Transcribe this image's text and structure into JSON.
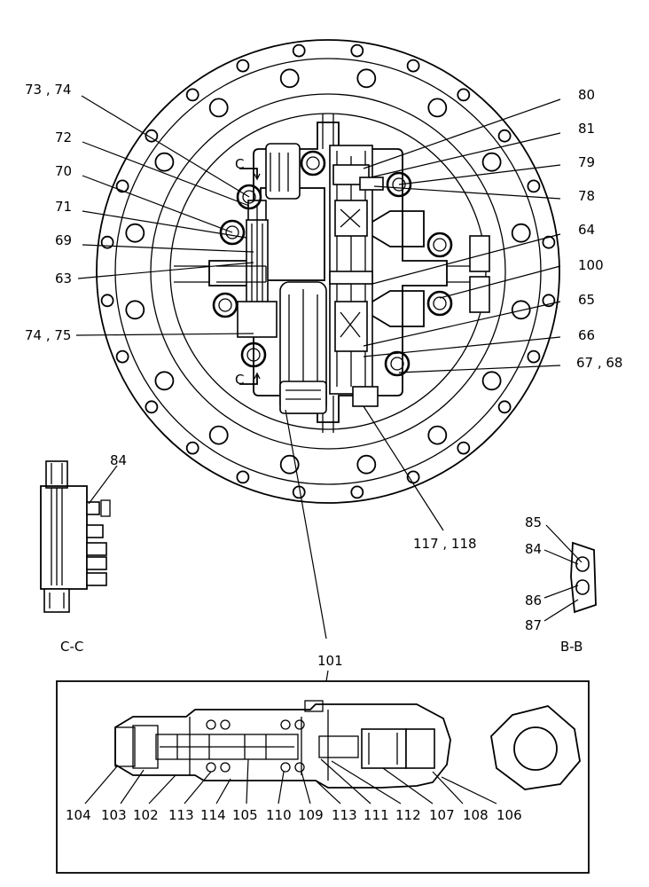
{
  "callouts_main": {
    "c73_74": "73 , 74",
    "c72": "72",
    "c70": "70",
    "c71": "71",
    "c69": "69",
    "c63": "63",
    "c74_75": "74 , 75",
    "c80": "80",
    "c81": "81",
    "c79": "79",
    "c78": "78",
    "c64": "64",
    "c100": "100",
    "c65": "65",
    "c66": "66",
    "c67_68": "67 , 68",
    "c117_118": "117 , 118",
    "c101": "101"
  },
  "section_marks": {
    "c_top": "C",
    "c_bottom": "C"
  },
  "view_cc": {
    "title": "C-C",
    "c84": "84"
  },
  "view_bb": {
    "title": "B-B",
    "c85": "85",
    "c84": "84",
    "c86": "86",
    "c87": "87"
  },
  "detail_101": {
    "c104": "104",
    "c103": "103",
    "c102": "102",
    "c113a": "113",
    "c114": "114",
    "c105": "105",
    "c110": "110",
    "c109": "109",
    "c113b": "113",
    "c111": "111",
    "c112": "112",
    "c107": "107",
    "c108": "108",
    "c106": "106"
  }
}
